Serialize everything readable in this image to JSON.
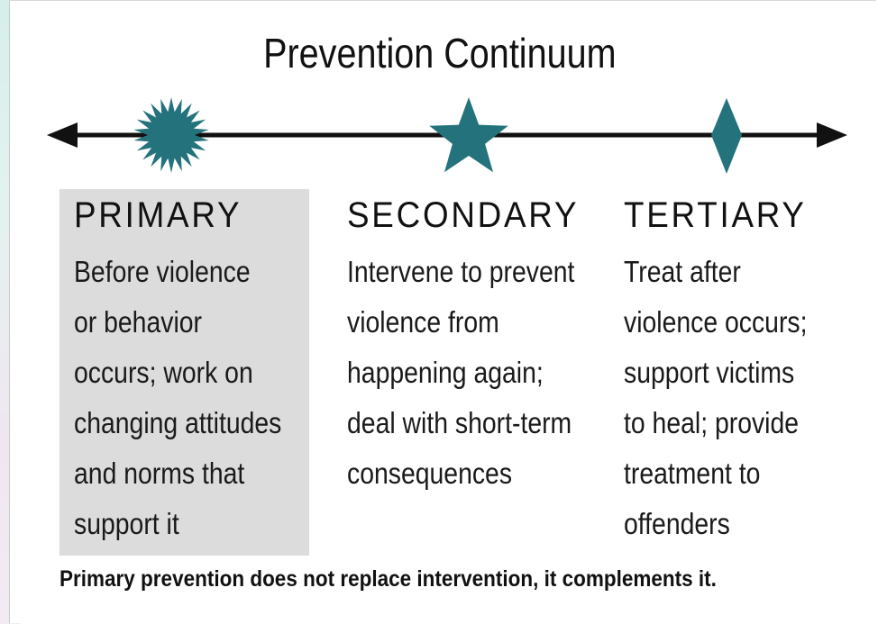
{
  "title": "Prevention Continuum",
  "colors": {
    "marker": "#24737c",
    "line": "#111111",
    "primary_box": "#dcdcdc"
  },
  "markers": {
    "primary": "starburst-icon",
    "secondary": "star-icon",
    "tertiary": "diamond-icon"
  },
  "columns": {
    "primary": {
      "heading": "PRIMARY",
      "lines": [
        "Before violence",
        "or behavior",
        "occurs; work on",
        "changing attitudes",
        "and norms that",
        "support it"
      ]
    },
    "secondary": {
      "heading": "SECONDARY",
      "lines": [
        "Intervene to prevent",
        "violence from",
        "happening again;",
        "deal with short-term",
        "consequences"
      ]
    },
    "tertiary": {
      "heading": "TERTIARY",
      "lines": [
        "Treat after",
        "violence occurs;",
        "support victims",
        "to heal; provide",
        "treatment to",
        "offenders"
      ]
    }
  },
  "footer": "Primary prevention does not replace intervention, it complements it."
}
